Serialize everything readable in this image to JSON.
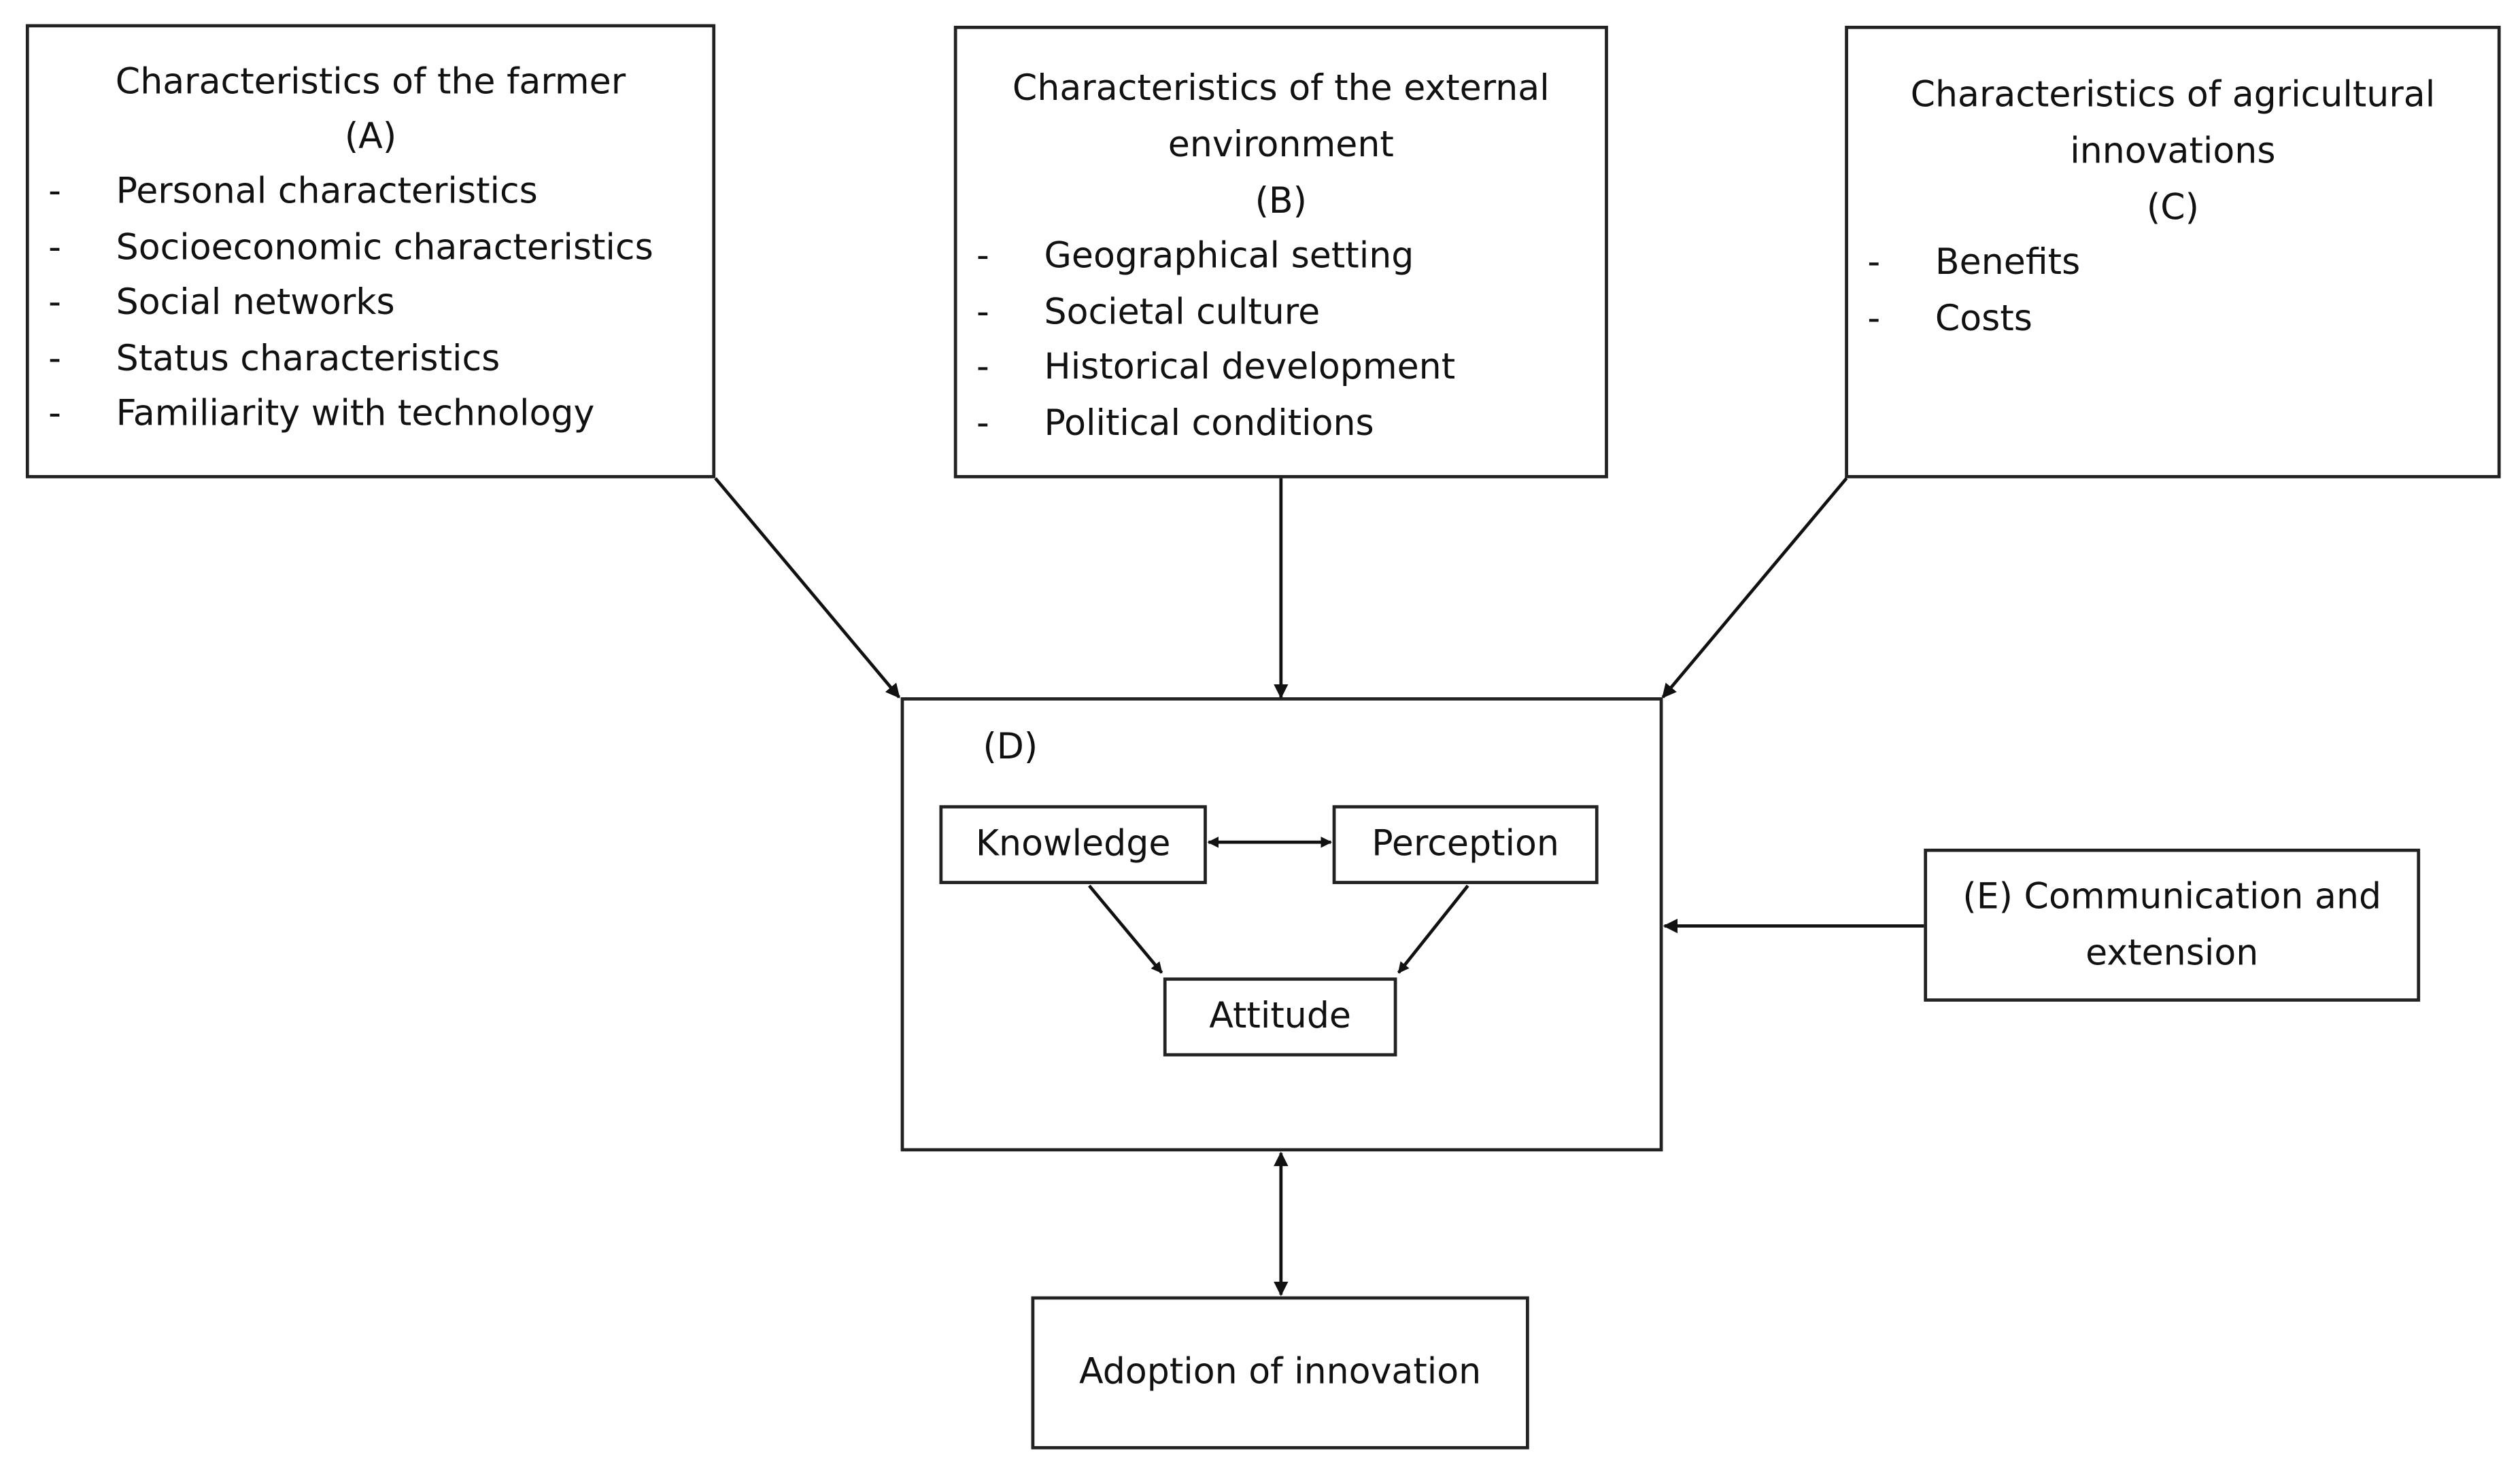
{
  "box_a": {
    "title_line1": "Characteristics of the farmer",
    "title_line2": "(A)",
    "items": [
      "Personal characteristics",
      "Socioeconomic characteristics",
      "Social networks",
      "Status characteristics",
      "Familiarity with technology"
    ]
  },
  "box_b": {
    "title_line1": "Characteristics of the external",
    "title_line2": "environment",
    "title_line3": "(B)",
    "items": [
      "Geographical setting",
      "Societal culture",
      "Historical development",
      "Political conditions"
    ]
  },
  "box_c": {
    "title_line1": "Characteristics of agricultural",
    "title_line2": "innovations",
    "title_line3": "(C)",
    "items": [
      "Benefits",
      "Costs"
    ]
  },
  "box_d": {
    "label": "(D)",
    "knowledge": "Knowledge",
    "perception": "Perception",
    "attitude": "Attitude"
  },
  "box_e": {
    "line1": "(E) Communication and",
    "line2": "extension"
  },
  "adoption": "Adoption of innovation",
  "bullet_dash": "-"
}
